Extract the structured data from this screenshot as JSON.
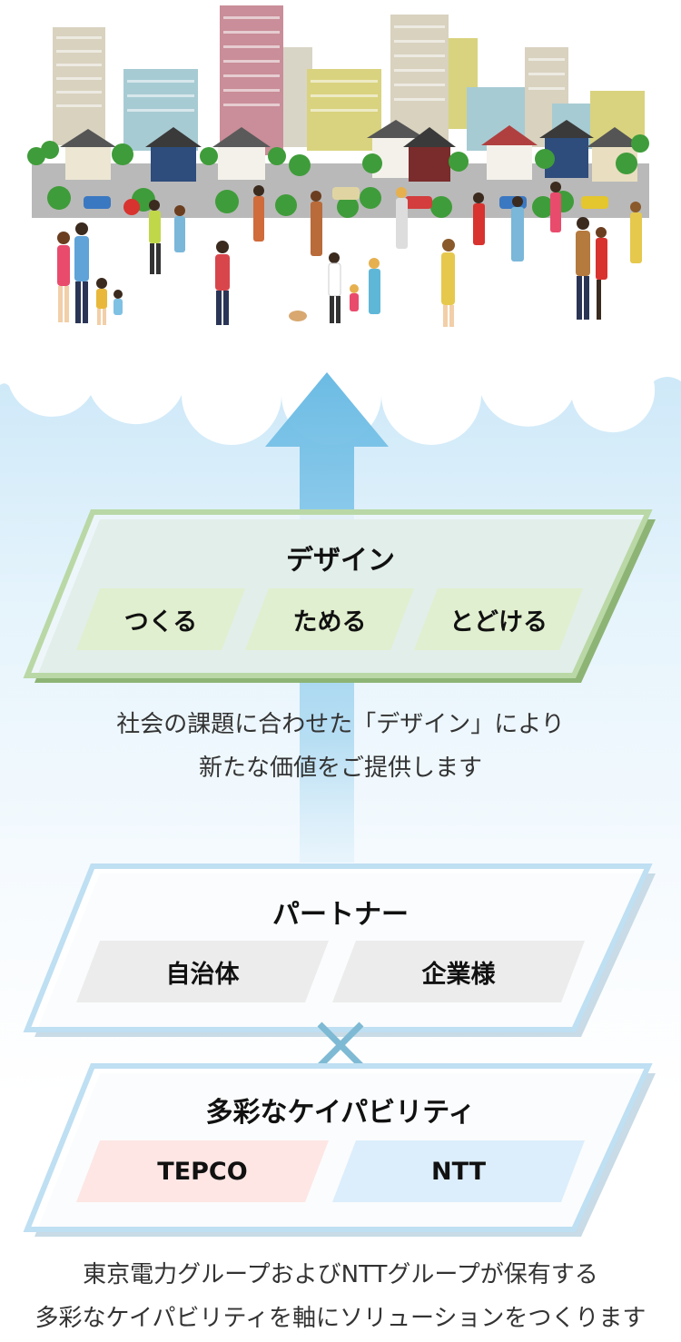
{
  "design": {
    "title": "デザイン",
    "items": [
      "つくる",
      "ためる",
      "とどける"
    ],
    "description_lines": [
      "社会の課題に合わせた「デザイン」により",
      "新たな価値をご提供します"
    ]
  },
  "partner": {
    "title": "パートナー",
    "items": [
      "自治体",
      "企業様"
    ]
  },
  "capability": {
    "title": "多彩なケイパビリティ",
    "items": [
      "TEPCO",
      "NTT"
    ],
    "description_lines": [
      "東京電力グループおよびNTTグループが保有する",
      "多彩なケイパビリティを軸にソリューションをつくります"
    ]
  },
  "colors": {
    "sky": "#cde8f8",
    "arrow": "#6bbbe4",
    "design_border": "#b9d8a6",
    "design_shadow": "#8db475",
    "design_chip": "#e0efcf",
    "partner_border": "#bfdff2",
    "partner_chip": "#ececec",
    "tepco_chip": "#fde6e4",
    "ntt_chip": "#dceefb",
    "cross": "#7fbad4"
  }
}
